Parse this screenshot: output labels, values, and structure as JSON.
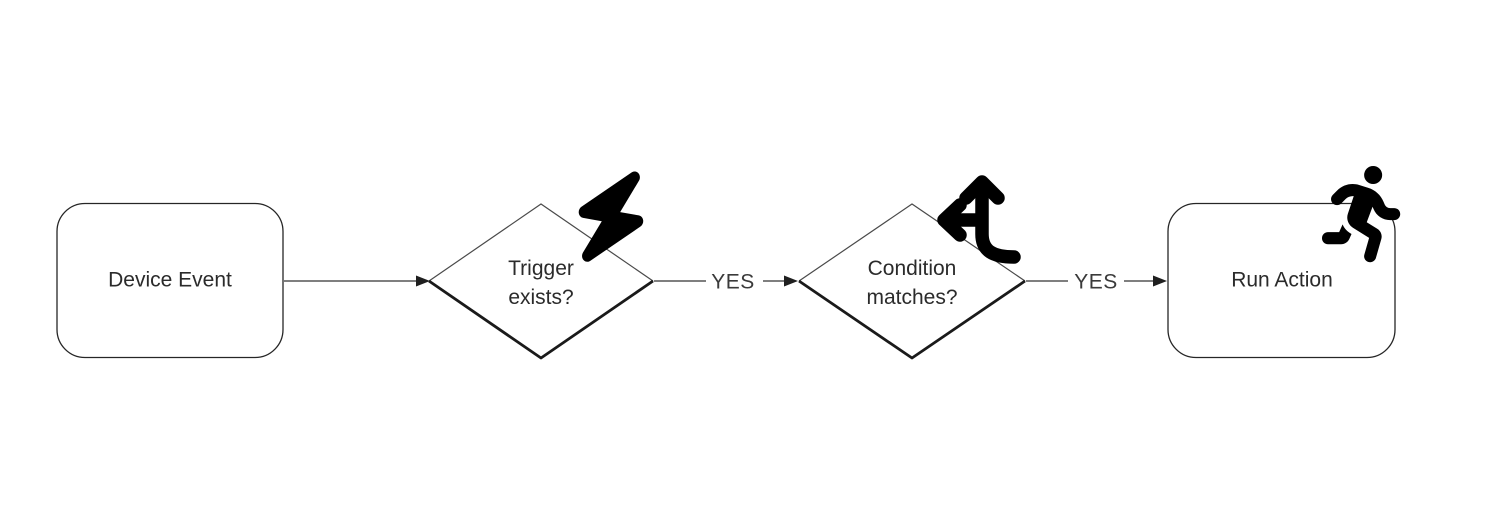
{
  "page": {
    "background": "#ffffff"
  },
  "diagram": {
    "type": "flowchart",
    "direction": "left-to-right",
    "nodes": [
      {
        "id": "device-event",
        "shape": "rounded-rectangle",
        "label": "Device Event",
        "icon": null
      },
      {
        "id": "trigger-exists",
        "shape": "diamond",
        "label": "Trigger exists?",
        "icon": "lightning-bolt-icon"
      },
      {
        "id": "condition-matches",
        "shape": "diamond",
        "label": "Condition matches?",
        "icon": "split-arrows-icon"
      },
      {
        "id": "run-action",
        "shape": "rounded-rectangle",
        "label": "Run Action",
        "icon": "running-person-icon"
      }
    ],
    "edges": [
      {
        "from": "device-event",
        "to": "trigger-exists",
        "label": ""
      },
      {
        "from": "trigger-exists",
        "to": "condition-matches",
        "label": "YES"
      },
      {
        "from": "condition-matches",
        "to": "run-action",
        "label": "YES"
      }
    ],
    "colors": {
      "background": "#ffffff",
      "node_border": "#262626",
      "diamond_edge_thin": "#4a4a4a",
      "diamond_edge_thick": "#1a1a1a",
      "edge_line": "#555555",
      "arrowhead": "#1f1f1f",
      "node_text": "#2b2b2b",
      "edge_label_text": "#3a3a3a",
      "icon": "#000000"
    }
  }
}
